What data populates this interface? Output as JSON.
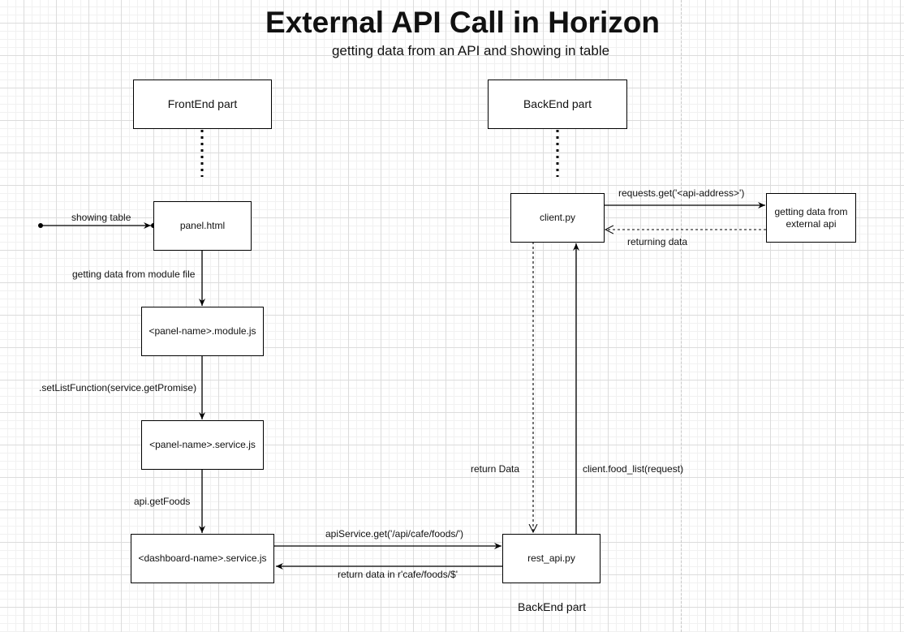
{
  "title": "External API Call in Horizon",
  "subtitle": "getting data from an API and showing in table",
  "boxes": {
    "frontend_header": "FrontEnd part",
    "backend_header": "BackEnd part",
    "panel_html": "panel.html",
    "module_js": "<panel-name>.module.js",
    "panel_service_js": "<panel-name>.service.js",
    "dashboard_service_js": "<dashboard-name>.service.js",
    "client_py": "client.py",
    "external_api": "getting data from external api",
    "rest_api_py": "rest_api.py"
  },
  "edges": {
    "showing_table": "showing table",
    "getting_data_module": "getting data from module file",
    "set_list_function": ".setListFunction(service.getPromise)",
    "api_get_foods": "api.getFoods",
    "api_service_get": "apiService.get('/api/cafe/foods/')",
    "return_data_in": "return data in r'cafe/foods/$'",
    "requests_get": "requests.get('<api-address>')",
    "returning_data": "returning data",
    "return_data": "return Data",
    "client_food_list": "client.food_list(request)"
  },
  "footer_label": "BackEnd part"
}
